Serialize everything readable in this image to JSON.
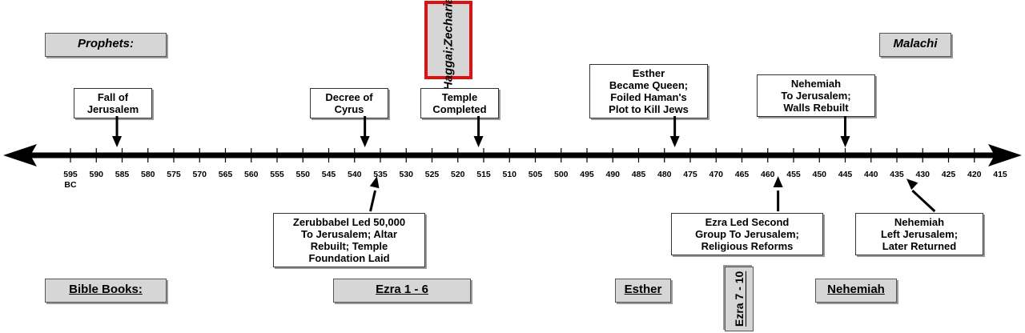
{
  "timeline": {
    "years": [
      595,
      590,
      585,
      580,
      575,
      570,
      565,
      560,
      555,
      550,
      545,
      540,
      535,
      530,
      525,
      520,
      515,
      510,
      505,
      500,
      495,
      490,
      485,
      480,
      475,
      470,
      465,
      460,
      455,
      450,
      445,
      440,
      435,
      430,
      425,
      420,
      415
    ],
    "era_label": "BC"
  },
  "rows": {
    "prophets_label": "Prophets:",
    "bible_books_label": "Bible Books:"
  },
  "prophets": [
    {
      "lines": [
        "Haggai;",
        "Zechariah"
      ],
      "highlight_color": "#e01010"
    },
    {
      "lines": [
        "Malachi"
      ]
    }
  ],
  "events_above": [
    {
      "lines": [
        "Fall of",
        "Jerusalem"
      ],
      "year": 586
    },
    {
      "lines": [
        "Decree of",
        "Cyrus"
      ],
      "year": 538
    },
    {
      "lines": [
        "Temple",
        "Completed"
      ],
      "year": 516
    },
    {
      "lines": [
        "Esther",
        "Became Queen;",
        "Foiled Haman's",
        "Plot to Kill Jews"
      ],
      "year": 478
    },
    {
      "lines": [
        "Nehemiah",
        "To Jerusalem;",
        "Walls Rebuilt"
      ],
      "year": 445
    }
  ],
  "events_below": [
    {
      "lines": [
        "Zerubbabel Led 50,000",
        "To Jerusalem; Altar",
        "Rebuilt; Temple",
        "Foundation Laid"
      ],
      "year": 536
    },
    {
      "lines": [
        "Ezra Led Second",
        "Group To Jerusalem;",
        "Religious Reforms"
      ],
      "year": 458
    },
    {
      "lines": [
        "Nehemiah",
        "Left Jerusalem;",
        "Later Returned"
      ],
      "year": 432
    }
  ],
  "books": [
    {
      "label": "Ezra 1 - 6"
    },
    {
      "label": "Esther"
    },
    {
      "label": "Ezra 7 - 10"
    },
    {
      "label": "Nehemiah"
    }
  ]
}
